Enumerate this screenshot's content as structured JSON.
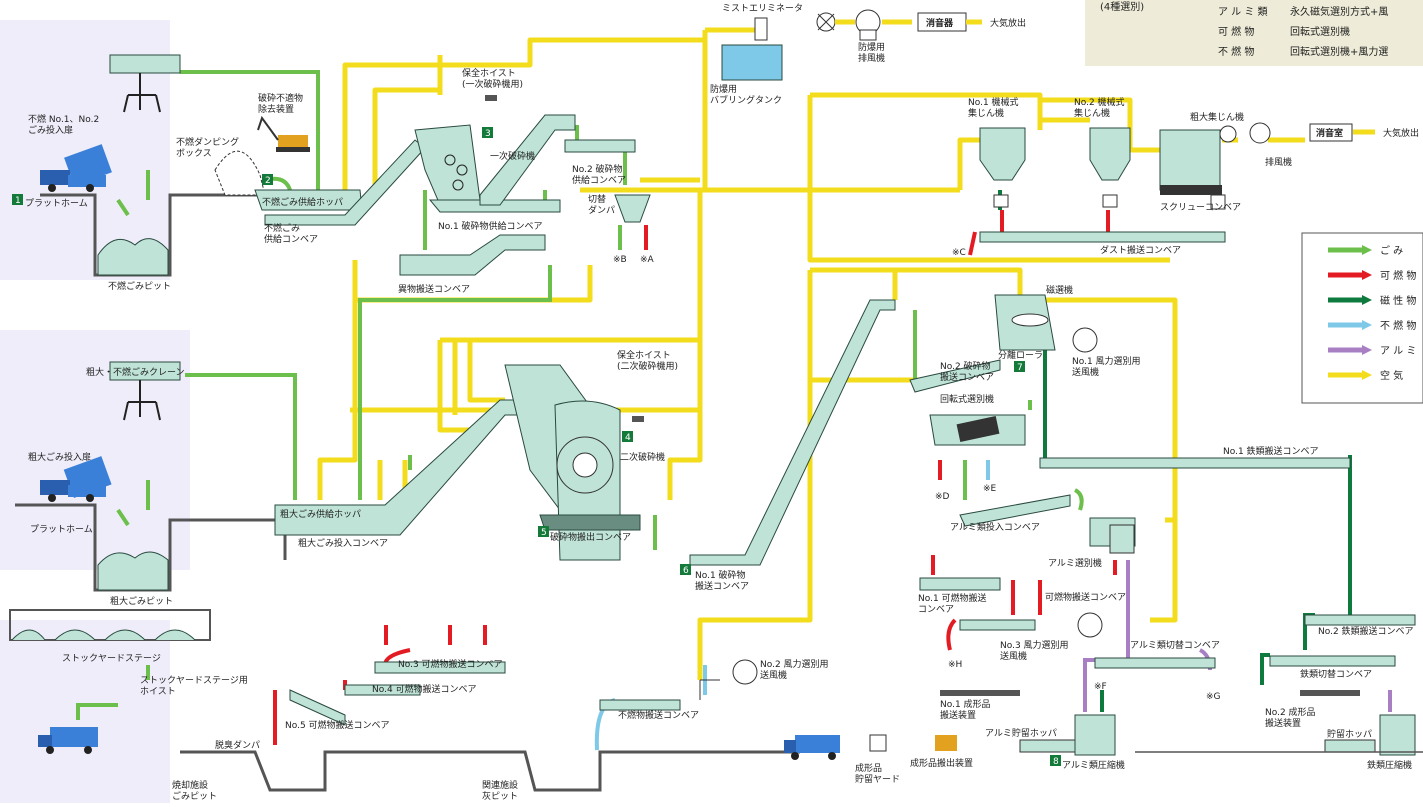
{
  "header": {
    "sort_title": "(4種選別)",
    "rows": [
      {
        "kind": "ア ル ミ 類",
        "method": "永久磁気選別方式+風"
      },
      {
        "kind": "可 燃 物",
        "method": "回転式選別機"
      },
      {
        "kind": "不 燃 物",
        "method": "回転式選別機+風力選"
      }
    ]
  },
  "legend": [
    {
      "label": "ご み",
      "color": "#6cbf4a"
    },
    {
      "label": "可 燃 物",
      "color": "#e31c24"
    },
    {
      "label": "磁 性 物",
      "color": "#0f7a3d"
    },
    {
      "label": "不 燃 物",
      "color": "#7ec8e8"
    },
    {
      "label": "ア ル ミ",
      "color": "#a97fc4"
    },
    {
      "label": "空 気",
      "color": "#f2dc1c"
    }
  ],
  "labels": {
    "mist": "ミストエリミネータ",
    "silencer1": "消音器",
    "exhaust1": "大気放出",
    "fan_explosion": "防爆用\n排風機",
    "bubbling": "防爆用\nバブリングタンク",
    "hoist1": "保全ホイスト\n(一次破砕機用)",
    "unsuitable": "破砕不適物\n除去装置",
    "dumping": "不燃ダンピング\nボックス",
    "inlet12": "不燃 No.1、No.2\nごみ投入扉",
    "platform1": "プラットホーム",
    "pit1": "不燃ごみピット",
    "hopper1": "不燃ごみ供給ホッパ",
    "supply_conv": "不燃ごみ\n供給コンベア",
    "crusher1": "一次破砕機",
    "no1_supply": "No.1 破砕物供給コンベア",
    "foreign": "異物搬送コンベア",
    "no2_supply": "No.2 破砕物\n供給コンベア",
    "damper": "切替\nダンパ",
    "mA": "※A",
    "mB": "※B",
    "mC": "※C",
    "mD": "※D",
    "mE": "※E",
    "mF": "※F",
    "mG": "※G",
    "mH": "※H",
    "dust1": "No.1 機械式\n集じん機",
    "dust2": "No.2 機械式\n集じん機",
    "bagfilter": "粗大集じん機",
    "screw": "スクリューコンベア",
    "exhaust_fan": "排風機",
    "silencer2": "消音室",
    "exhaust2": "大気放出",
    "dust_conv": "ダスト搬送コンベア",
    "crane": "粗大・不燃ごみクレーン",
    "bulk_door": "粗大ごみ投入扉",
    "platform2": "プラットホーム",
    "bulk_pit": "粗大ごみピット",
    "bulk_hopper": "粗大ごみ供給ホッパ",
    "bulk_conv": "粗大ごみ投入コンベア",
    "hoist2": "保全ホイスト\n(二次破砕機用)",
    "crusher2": "二次破砕機",
    "discharge": "破砕物搬出コンベア",
    "no1_crushed": "No.1 破砕物\n搬送コンベア",
    "magnetic": "磁選機",
    "roller": "分離ローラ",
    "fan_wind1": "No.1 風力選別用\n送風機",
    "no2_crushed": "No.2 破砕物\n搬送コンベア",
    "rotary": "回転式選別機",
    "no1_iron": "No.1 鉄類搬送コンベア",
    "alu_in": "アルミ類投入コンベア",
    "alu_sorter": "アルミ選別機",
    "no1_burn": "No.1 可燃物搬送\nコンベア",
    "burn_conv": "可燃物搬送コンベア",
    "no3_wind": "No.3 風力選別用\n送風機",
    "no2_iron": "No.2 鉄類搬送コンベア",
    "alu_switch": "アルミ類切替コンベア",
    "iron_switch": "鉄類切替コンベア",
    "stockyard": "ストックヤードステージ",
    "stock_hoist": "ストックヤードステージ用\nホイスト",
    "no3_burn": "No.3 可燃物搬送コンベア",
    "no4_burn": "No.4 可燃物搬送コンベア",
    "no5_burn": "No.5 可燃物搬送コンベア",
    "deodor": "脱臭ダンパ",
    "incin_pit": "焼却施設\nごみピット",
    "nonburn_conv": "不燃物搬送コンベア",
    "no2_wind": "No.2 風力選別用\n送風機",
    "ash_pit": "関連施設\n灰ピット",
    "no1_mold": "No.1 成形品\n搬送装置",
    "alu_hopper": "アルミ貯留ホッパ",
    "alu_press": "アルミ類圧縮機",
    "product_yard": "成形品\n貯留ヤード",
    "product_out": "成形品搬出装置",
    "no2_mold": "No.2 成形品\n搬送装置",
    "storage_hopper": "貯留ホッパ",
    "iron_press": "鉄類圧縮機"
  },
  "numbers": [
    "1",
    "2",
    "3",
    "4",
    "5",
    "6",
    "7",
    "8"
  ]
}
